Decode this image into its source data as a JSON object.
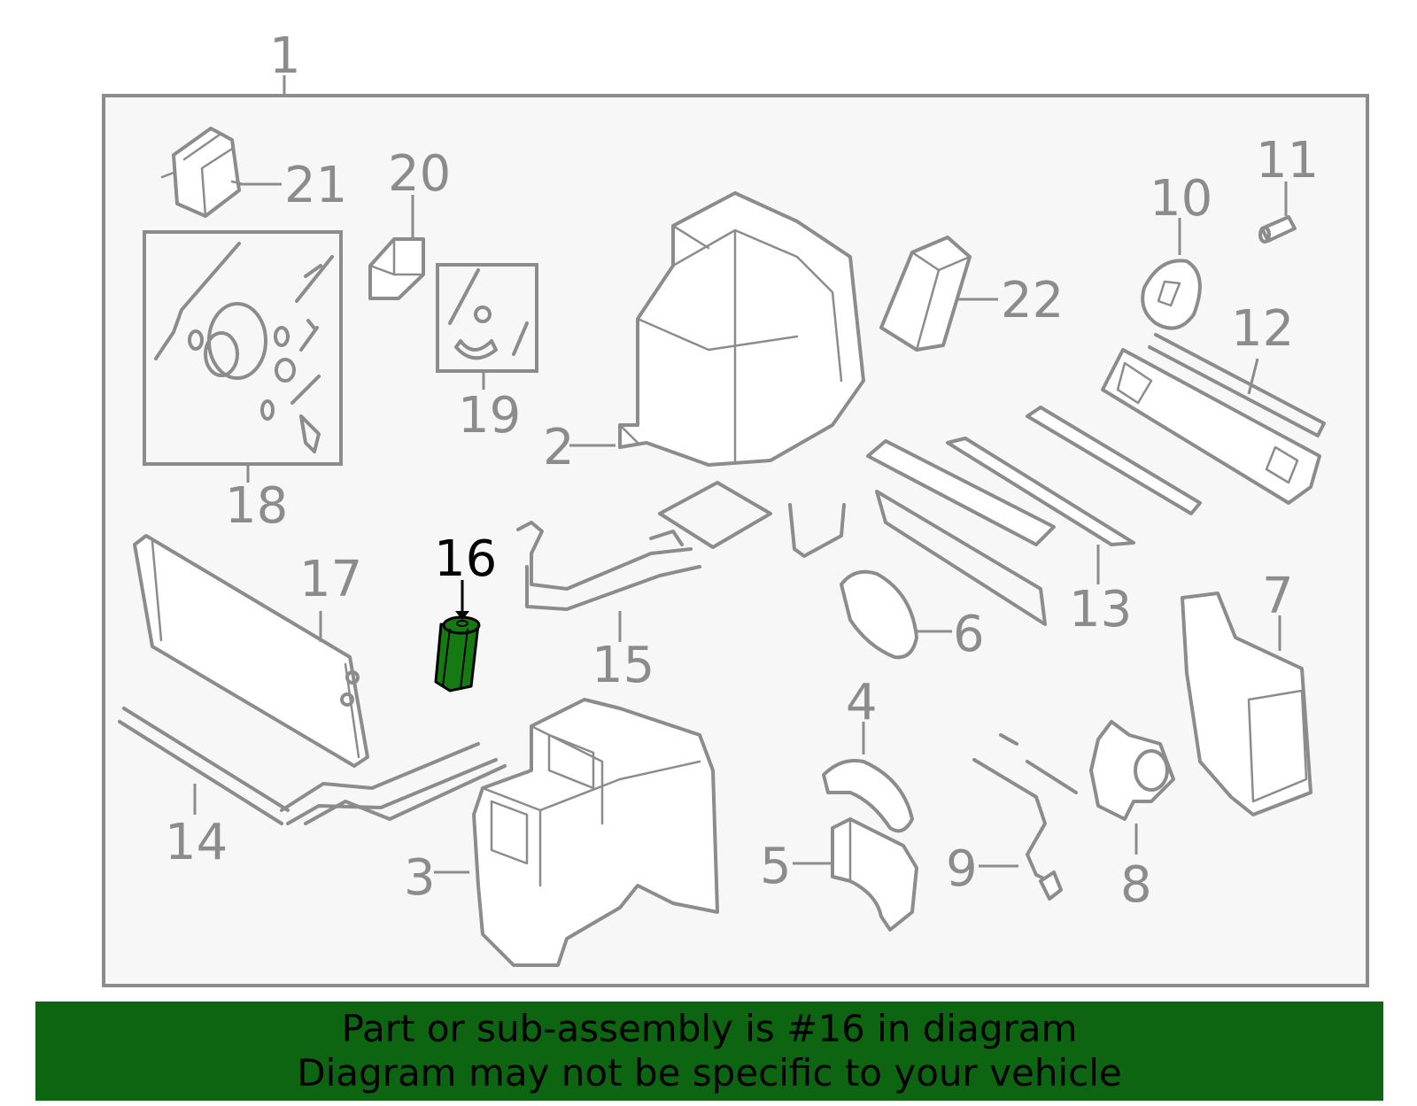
{
  "diagram": {
    "callouts": [
      "1",
      "2",
      "3",
      "4",
      "5",
      "6",
      "7",
      "8",
      "9",
      "10",
      "11",
      "12",
      "13",
      "14",
      "15",
      "16",
      "17",
      "18",
      "19",
      "20",
      "21",
      "22"
    ],
    "highlighted": "16"
  },
  "colors": {
    "banner": "#0d6411",
    "highlight_part": "#167a12",
    "line_art": "#8c8c8c",
    "panel_background": "#f7f7f7"
  },
  "banner": {
    "line1": "Part or sub-assembly is #16 in diagram",
    "line2": "Diagram may not be specific to your vehicle"
  }
}
